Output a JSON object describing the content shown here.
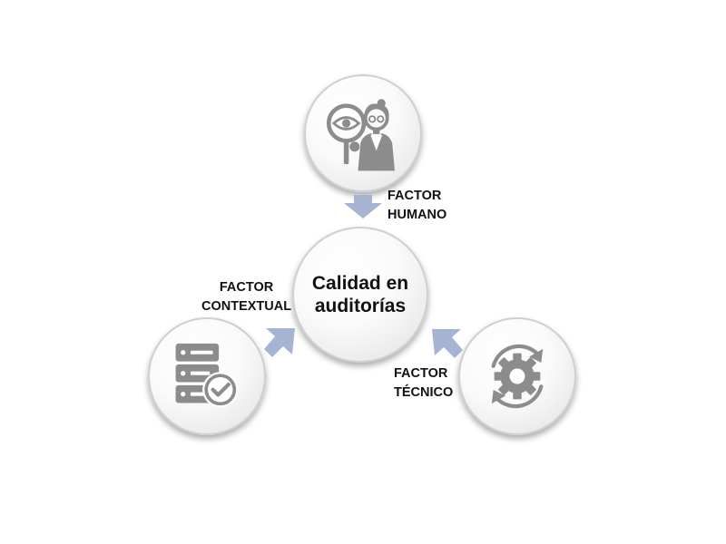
{
  "center": {
    "line1": "Calidad en",
    "line2": "auditorías"
  },
  "factors": {
    "human": {
      "line1": "FACTOR",
      "line2": "HUMANO",
      "icon": "auditor-magnifier-icon"
    },
    "contextual": {
      "line1": "FACTOR",
      "line2": "CONTEXTUAL",
      "icon": "server-check-icon"
    },
    "technical": {
      "line1": "FACTOR",
      "line2": "TÉCNICO",
      "icon": "gear-cycle-icon"
    }
  },
  "colors": {
    "arrow": "#a6b4d4",
    "icon": "#8c8c8c",
    "text": "#111111"
  }
}
